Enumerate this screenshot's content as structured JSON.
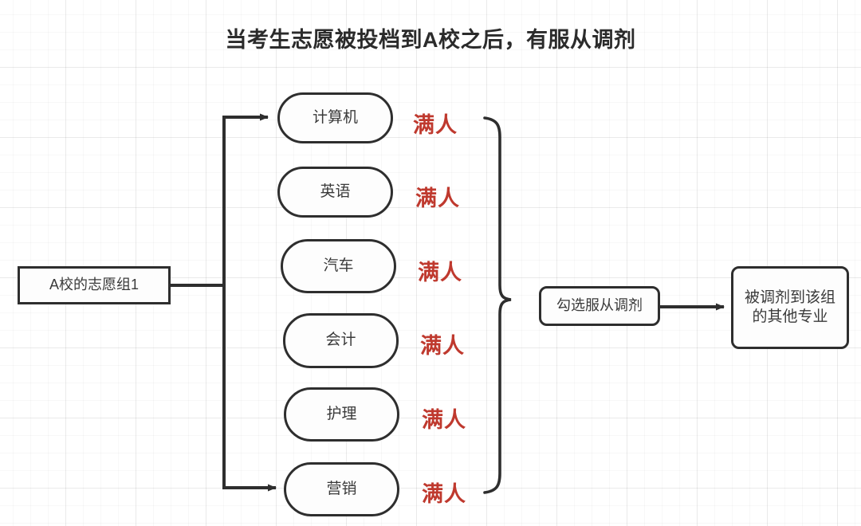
{
  "diagram": {
    "title": "当考生志愿被投档到A校之后，有服从调剂",
    "colors": {
      "stroke": "#2e2e2e",
      "text": "#3a3a3a",
      "status_red": "#bf392e",
      "background": "#ffffff",
      "grid": "#e9e9e9"
    },
    "source_node": {
      "label": "A校的志愿组1",
      "shape": "rectangle"
    },
    "majors": [
      {
        "label": "计算机",
        "status": "满人",
        "shape": "rounded-pill"
      },
      {
        "label": "英语",
        "status": "满人",
        "shape": "rounded-pill"
      },
      {
        "label": "汽车",
        "status": "满人",
        "shape": "rounded-pill"
      },
      {
        "label": "会计",
        "status": "满人",
        "shape": "rounded-pill"
      },
      {
        "label": "护理",
        "status": "满人",
        "shape": "rounded-pill"
      },
      {
        "label": "营销",
        "status": "满人",
        "shape": "rounded-pill"
      }
    ],
    "brace": {
      "orientation": "right-pointing",
      "groups_count": 6
    },
    "outcome_nodes": [
      {
        "label": "勾选服从调剂",
        "shape": "rounded-rect"
      },
      {
        "label": "被调剂到该组\n的其他专业",
        "line1": "被调剂到该组",
        "line2": "的其他专业",
        "shape": "rounded-rect"
      }
    ],
    "connectors": [
      {
        "from": "A校的志愿组1",
        "to": "计算机",
        "style": "elbow-arrow"
      },
      {
        "from": "A校的志愿组1",
        "to": "营销",
        "style": "elbow-arrow"
      },
      {
        "from": "勾选服从调剂",
        "to": "被调剂到该组的其他专业",
        "style": "straight-arrow"
      }
    ]
  }
}
